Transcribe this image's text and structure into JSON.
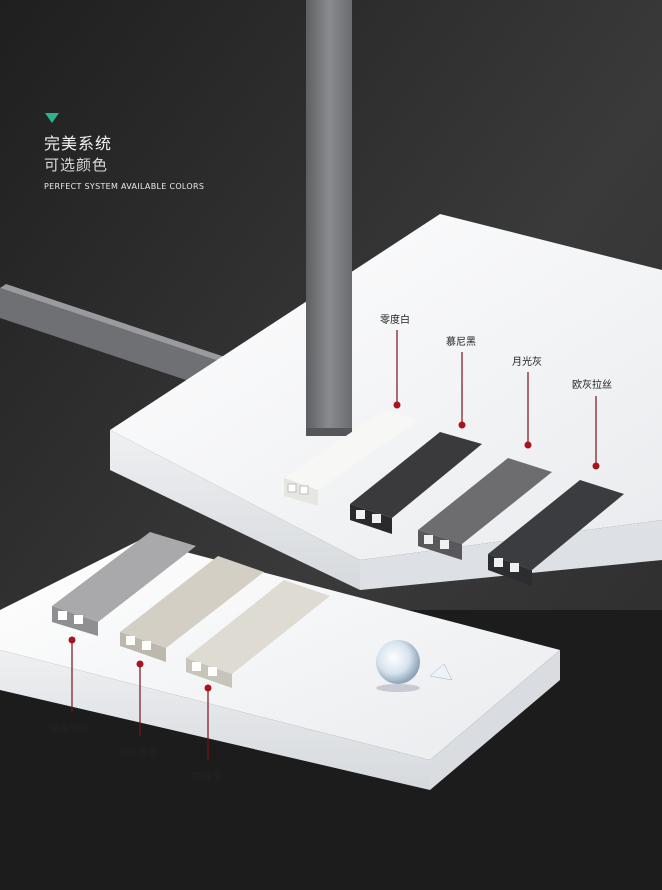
{
  "header": {
    "title_cn": "完美系统",
    "subtitle_cn": "可选颜色",
    "title_en": "PERFECT SYSTEM  AVAILABLE COLORS"
  },
  "colors": {
    "background": "#2b2b2b",
    "accent": "#2bb38f",
    "pointer": "#a8141c"
  },
  "swatches_top": [
    {
      "name": "零度白",
      "color": "#f4f4f2"
    },
    {
      "name": "慕尼黑",
      "color": "#3a3a3c"
    },
    {
      "name": "月光灰",
      "color": "#6d6d70"
    },
    {
      "name": "欧灰拉丝",
      "color": "#3b3c3f"
    }
  ],
  "swatches_bottom": [
    {
      "name": "纳米雅灰",
      "color": "#a9a9ab"
    },
    {
      "name": "纳米香槟",
      "color": "#d3cfc5"
    },
    {
      "name": "奶油灰",
      "color": "#dedbd2"
    }
  ]
}
